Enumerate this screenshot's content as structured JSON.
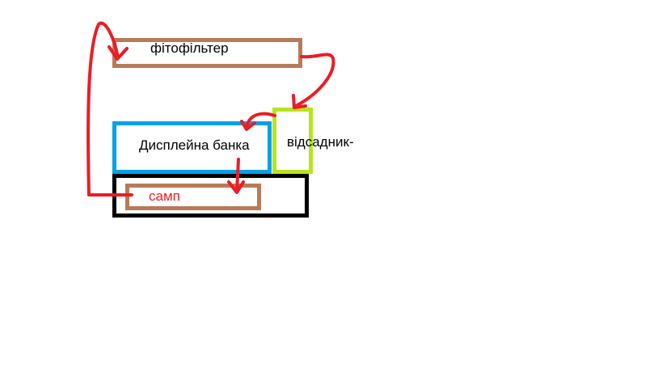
{
  "diagram": {
    "phytofilter": {
      "label": "фітофільтер",
      "color": "#b97a57",
      "text_color": "#000000"
    },
    "display_tank": {
      "label": "Дисплейна банка",
      "color": "#00a2e8",
      "text_color": "#000000"
    },
    "settler": {
      "label": "відсадник",
      "suffix": "-",
      "color": "#b5e61d",
      "text_color": "#000000"
    },
    "sump_container": {
      "color": "#000000"
    },
    "sump": {
      "label": "самп",
      "color": "#b97a57",
      "text_color": "#ed1c24"
    },
    "arrows": {
      "color": "#ed1c24"
    }
  }
}
